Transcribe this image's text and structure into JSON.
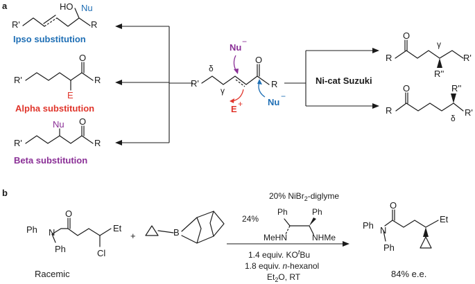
{
  "panel_a": {
    "label": "a",
    "substitutions": [
      {
        "title": "Ipso substitution",
        "color": "#1f6fb5"
      },
      {
        "title": "Alpha substitution",
        "color": "#e0352b"
      },
      {
        "title": "Beta substitution",
        "color": "#8a2f96"
      }
    ],
    "catalysis_label": "Ni-cat Suzuki",
    "atoms": {
      "R": "R",
      "R_prime": "R'",
      "R_dprime": "R''",
      "O": "O",
      "HO": "HO",
      "Nu": "Nu",
      "Nu_minus": "Nu",
      "E": "E",
      "E_plus": "E",
      "minus": "−",
      "plus": "+",
      "gamma": "γ",
      "delta": "δ"
    }
  },
  "panel_b": {
    "label": "b",
    "reactant1": {
      "Ph": "Ph",
      "N": "N",
      "O": "O",
      "Et": "Et",
      "Cl": "Cl",
      "caption": "Racemic"
    },
    "plus": "+",
    "boron": "B",
    "conditions": {
      "catalyst_prefix": "20% NiBr",
      "catalyst_sub": "2",
      "catalyst_suffix": "-diglyme",
      "ligand_loading": "24%",
      "ligand_Ph1": "Ph",
      "ligand_Ph2": "Ph",
      "ligand_N1": "MeHN",
      "ligand_N2": "NHMe",
      "base_prefix": "1.4 equiv. KO",
      "base_sup": "t",
      "base_suffix": "Bu",
      "additive_prefix": "1.8 equiv. ",
      "additive_italic": "n",
      "additive_suffix": "-hexanol",
      "solvent_prefix": "Et",
      "solvent_sub": "2",
      "solvent_suffix": "O, RT"
    },
    "product": {
      "Ph": "Ph",
      "N": "N",
      "O": "O",
      "Et": "Et",
      "ee": "84% e.e."
    }
  }
}
